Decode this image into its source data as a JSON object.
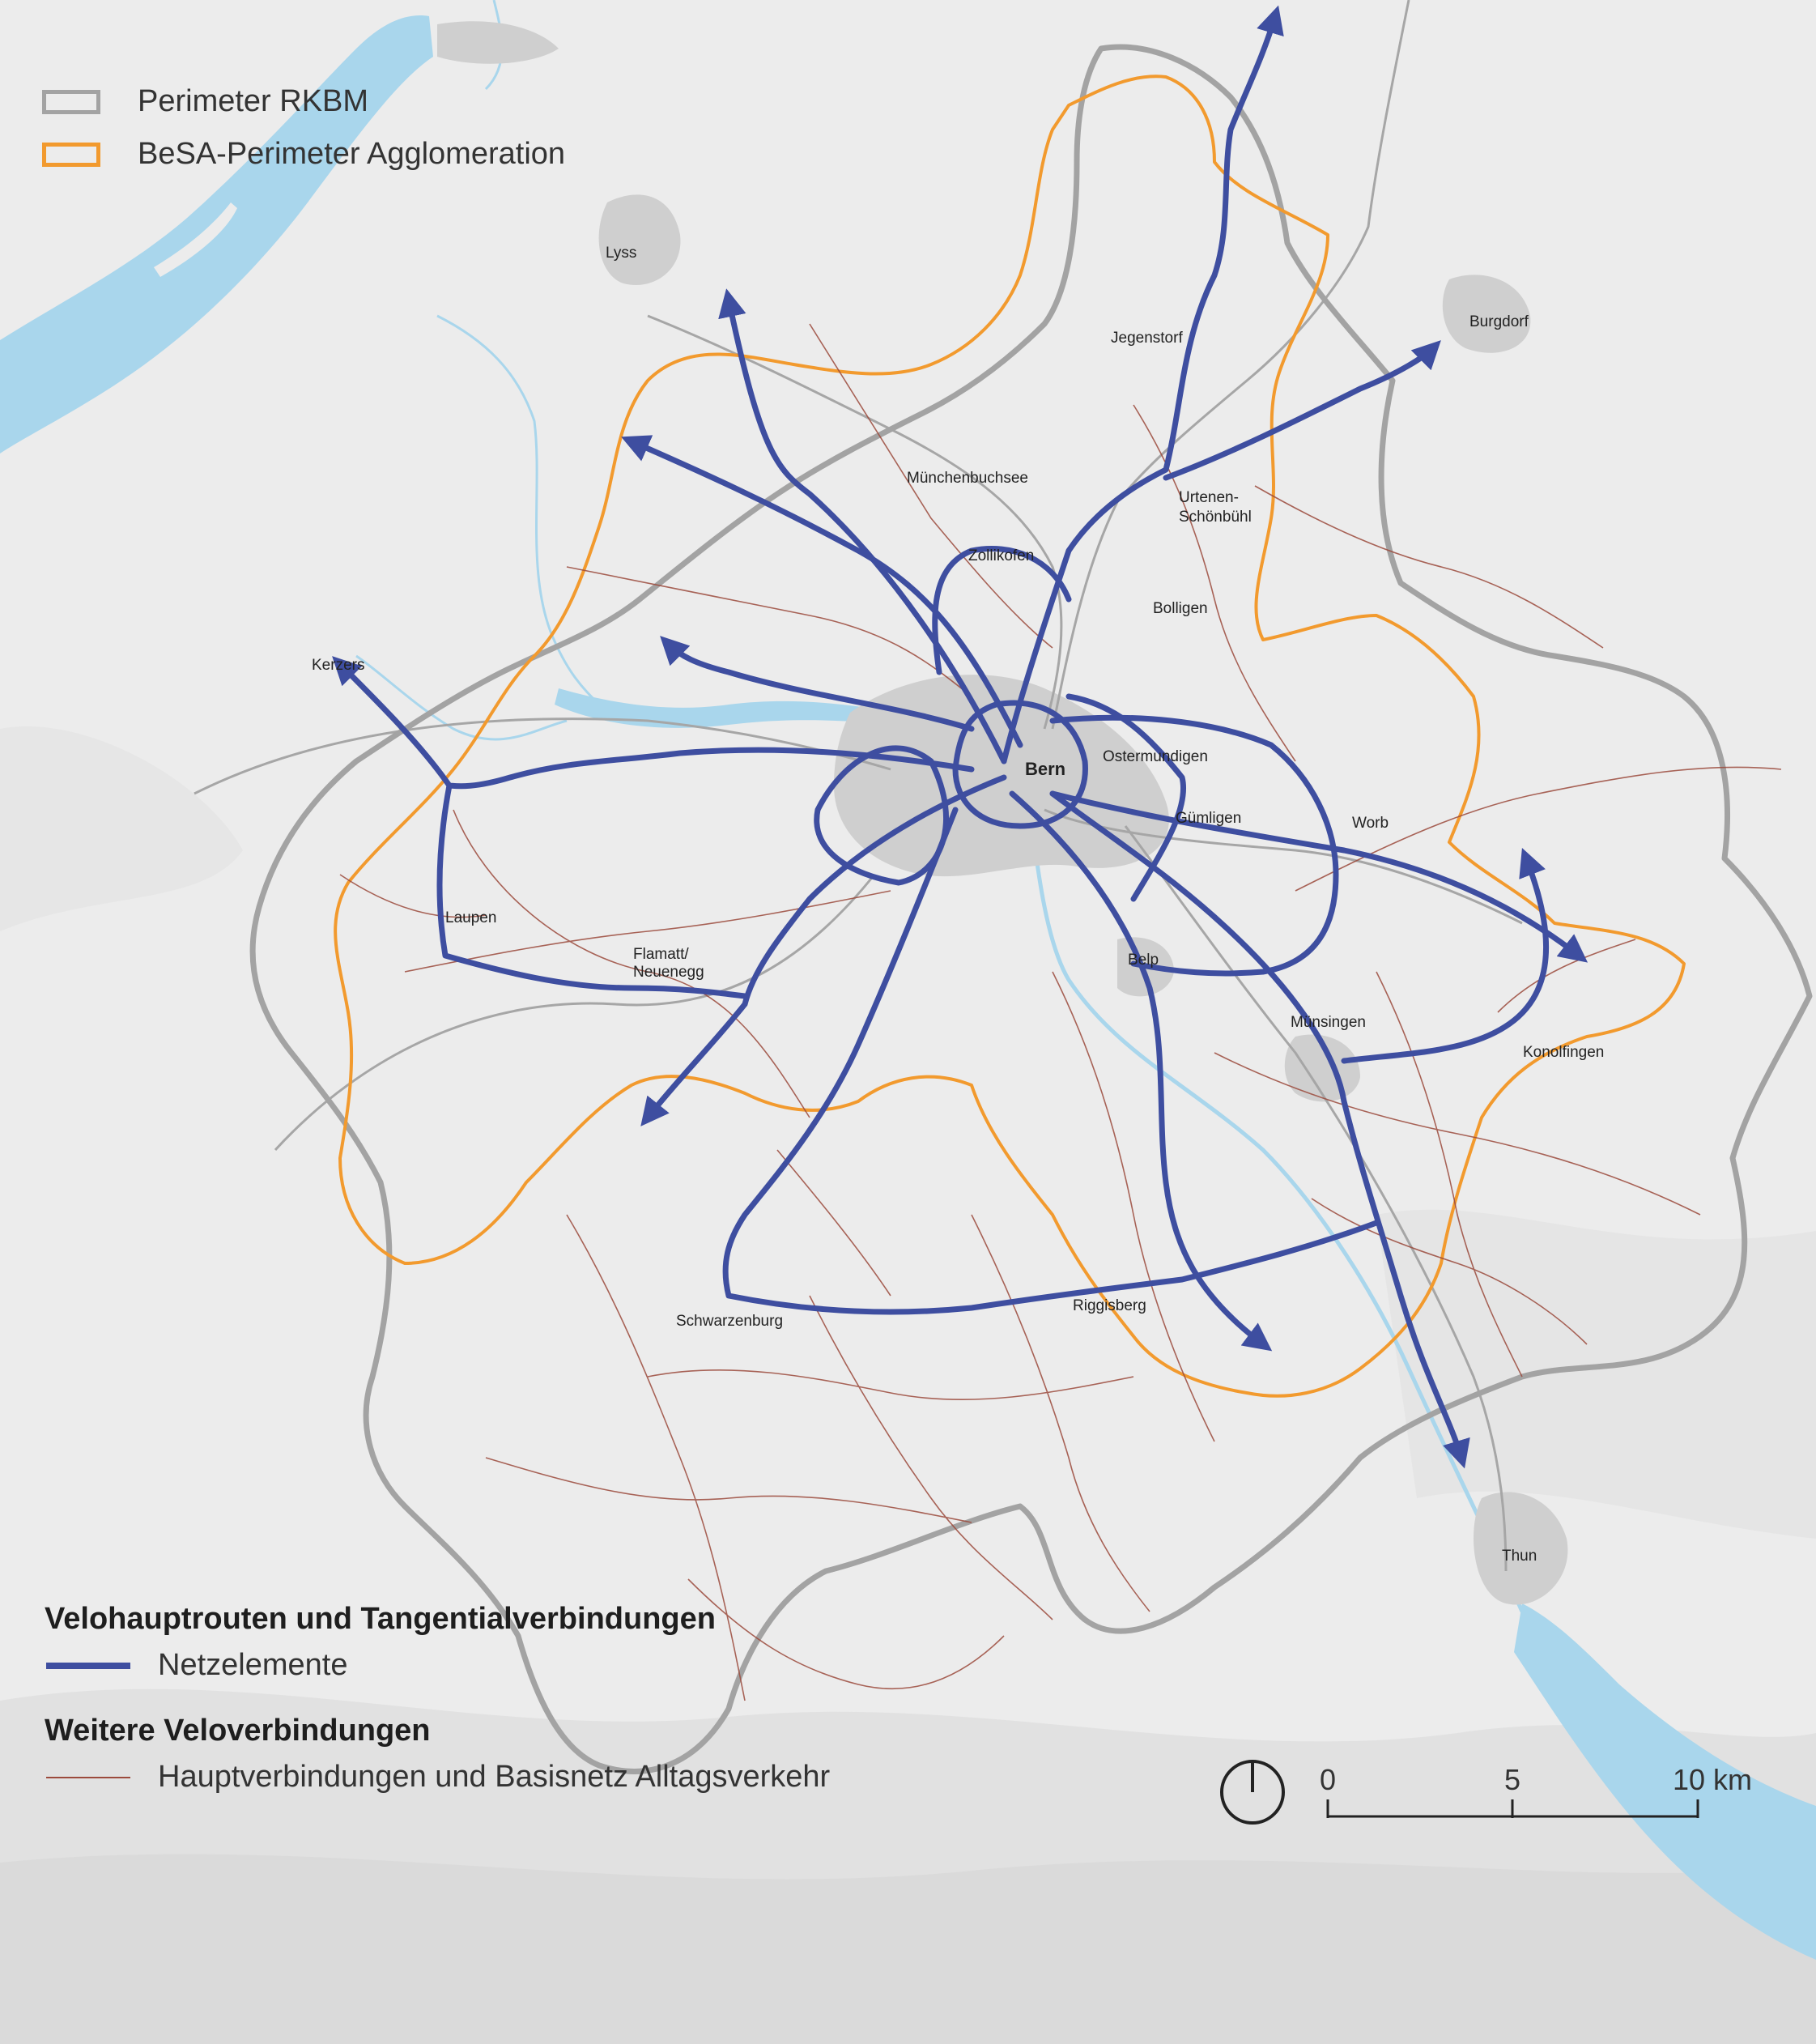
{
  "legend_top": {
    "items": [
      {
        "label": "Perimeter RKBM",
        "color": "#a3a3a3"
      },
      {
        "label": "BeSA-Perimeter Agglomeration",
        "color": "#f29a2e"
      }
    ]
  },
  "legend_bottom": {
    "section1": {
      "title": "Velohauptrouten und Tangentialverbindungen",
      "item": "Netzelemente",
      "color": "#3e4ea0"
    },
    "section2": {
      "title": "Weitere Veloverbindungen",
      "item": "Hauptverbindungen und Basisnetz Alltagsverkehr",
      "color": "#9b4a3c"
    }
  },
  "scale": {
    "ticks": [
      "0",
      "5",
      "10 km"
    ]
  },
  "places": {
    "lyss": "Lyss",
    "burgdorf": "Burgdorf",
    "jegenstorf": "Jegenstorf",
    "muenchenbuchsee": "Münchenbuchsee",
    "urtenen1": "Urtenen-",
    "urtenen2": "Schönbühl",
    "zollikofen": "Zollikofen",
    "bolligen": "Bolligen",
    "kerzers": "Kerzers",
    "bern": "Bern",
    "ostermundigen": "Ostermundigen",
    "guemligen": "Gümligen",
    "worb": "Worb",
    "laupen": "Laupen",
    "flamatt1": "Flamatt/",
    "flamatt2": "Neuenegg",
    "belp": "Belp",
    "muensingen": "Münsingen",
    "konolfingen": "Konolfingen",
    "riggisberg": "Riggisberg",
    "schwarzenburg": "Schwarzenburg",
    "thun": "Thun"
  },
  "colors": {
    "water": "#a9d6ec",
    "settlement": "#cfcfcf",
    "terrain": "#ececec",
    "rail": "#a6a6a6"
  }
}
